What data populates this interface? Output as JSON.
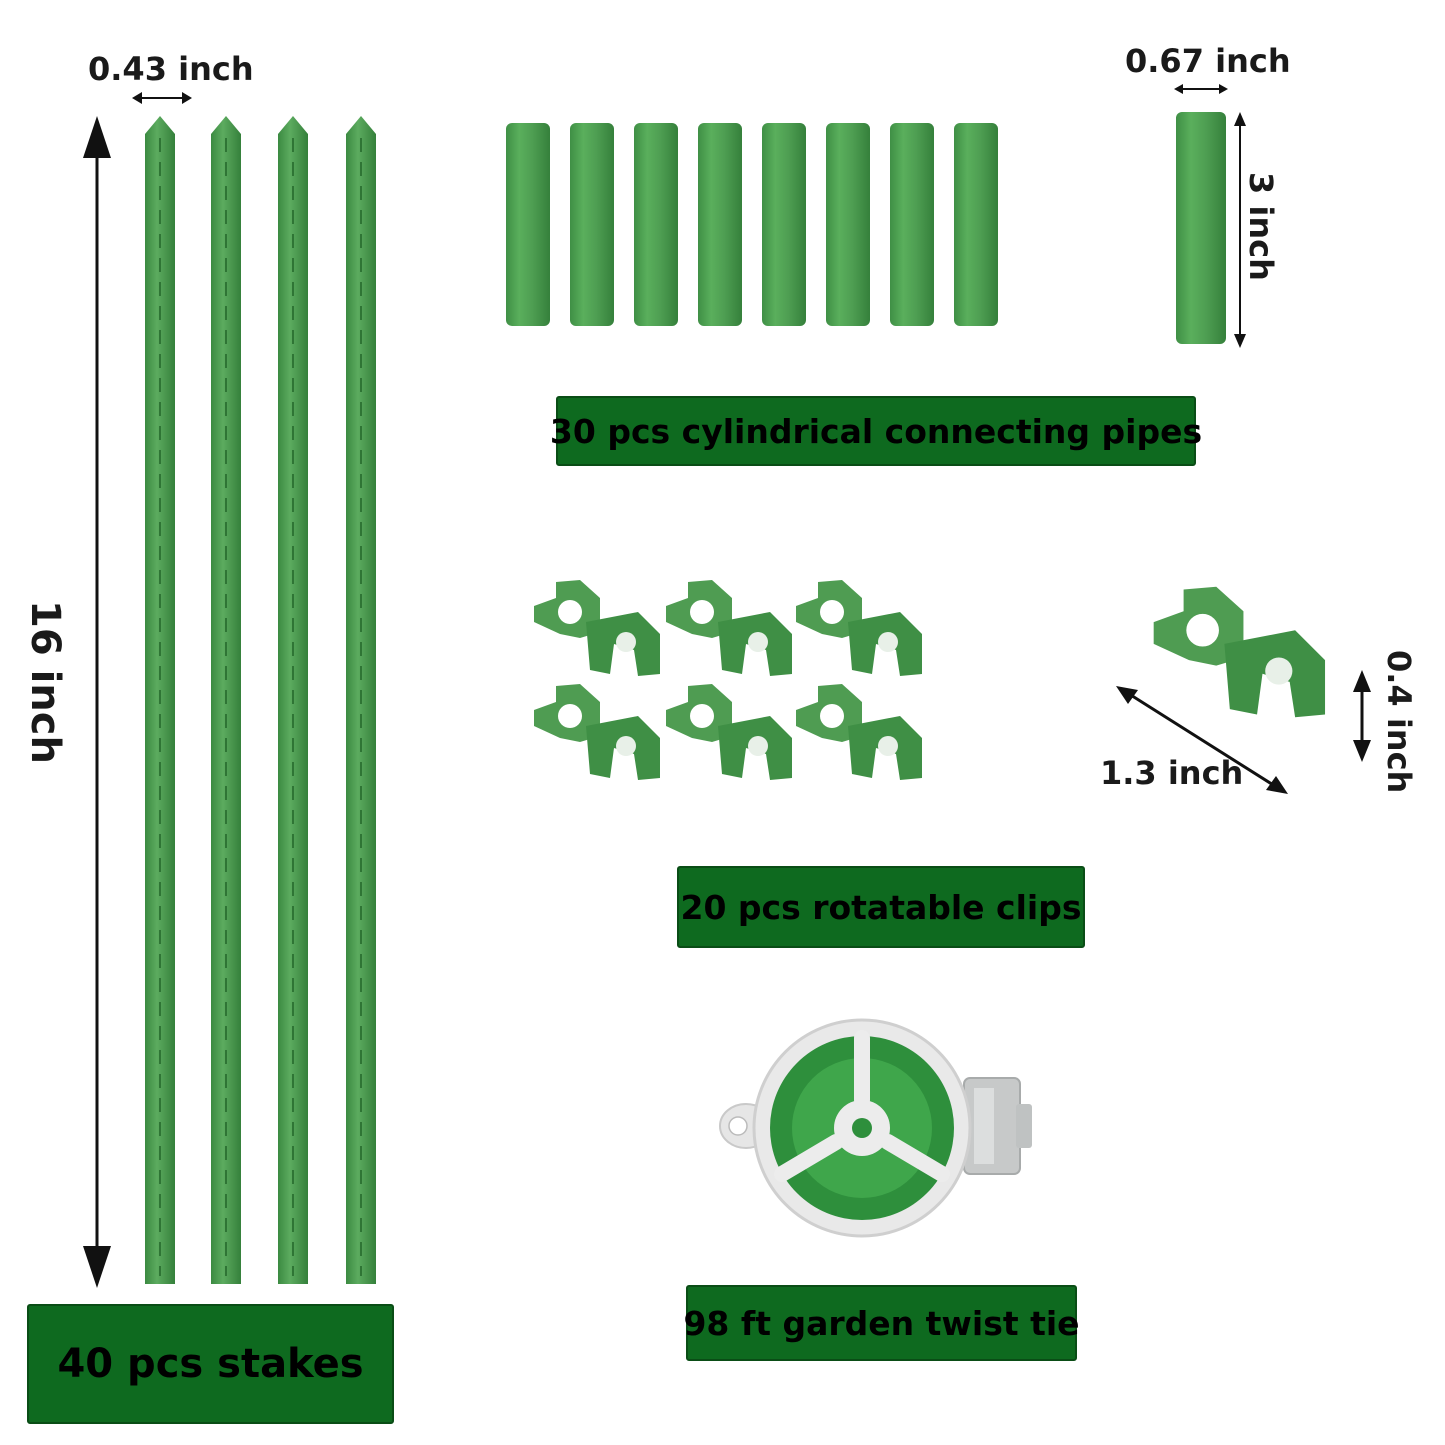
{
  "stakes": {
    "width_label": "0.43 inch",
    "height_label": "16 inch",
    "caption": "40 pcs stakes"
  },
  "pipes": {
    "width_label": "0.67 inch",
    "height_label": "3 inch",
    "caption": "30 pcs cylindrical connecting pipes"
  },
  "clips": {
    "length_label": "1.3 inch",
    "height_label": "0.4 inch",
    "caption": "20 pcs rotatable clips"
  },
  "twist_tie": {
    "caption": "98 ft garden twist tie"
  },
  "colors": {
    "product_green": "#4f9c52",
    "label_green": "#0e6a1f"
  }
}
